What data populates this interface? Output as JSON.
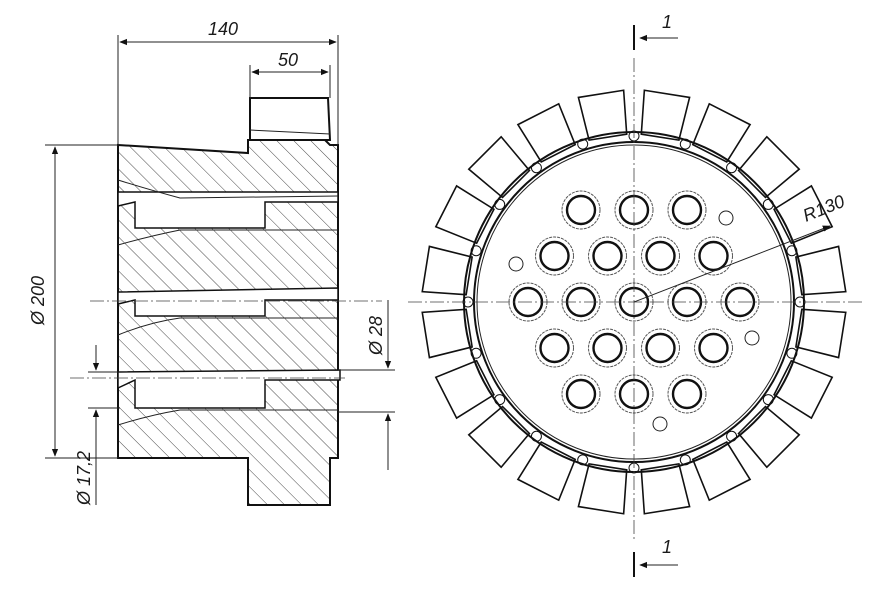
{
  "dimensions": {
    "total_length": "140",
    "hub_length": "50",
    "outer_diameter": "Ø 200",
    "bore_diameter": "Ø 28",
    "hole_diameter": "Ø 17,2",
    "radius": "R130"
  },
  "section_marks": {
    "top": "1",
    "bottom": "1"
  }
}
